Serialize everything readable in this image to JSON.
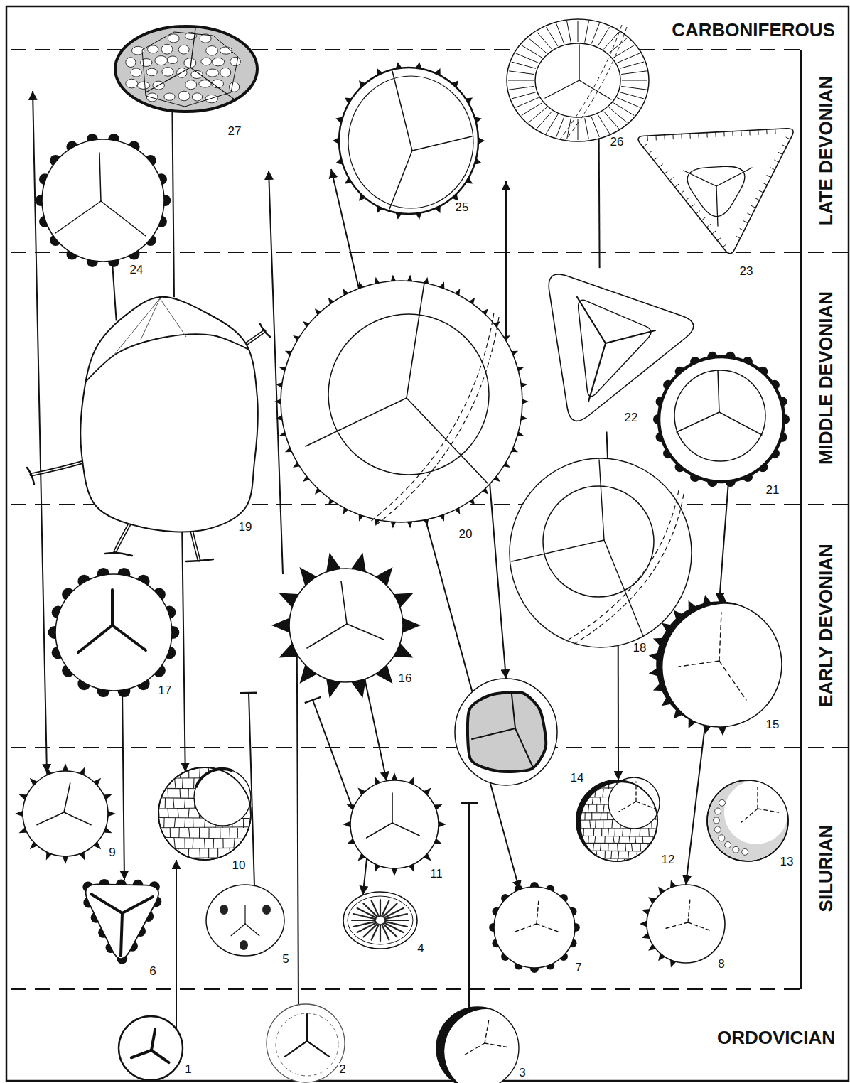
{
  "diagram": {
    "nodes": [
      {
        "text": [
          "1"
        ]
      },
      {
        "text": [
          "2"
        ]
      },
      {
        "text": [
          "3"
        ]
      },
      {
        "text": [
          "4"
        ]
      },
      {
        "text": [
          "5"
        ]
      },
      {
        "text": [
          "6"
        ]
      },
      {
        "text": [
          "7"
        ]
      },
      {
        "text": [
          "8"
        ]
      },
      {
        "text": [
          "9"
        ]
      },
      {
        "text": [
          "10"
        ]
      },
      {
        "text": [
          "11"
        ]
      },
      {
        "text": [
          "12"
        ]
      },
      {
        "text": [
          "13"
        ]
      },
      {
        "text": [
          "14"
        ]
      },
      {
        "text": [
          "15"
        ]
      },
      {
        "text": [
          "16"
        ]
      },
      {
        "text": [
          "17"
        ]
      },
      {
        "text": [
          "18"
        ]
      },
      {
        "text": [
          "19"
        ]
      },
      {
        "text": [
          "20"
        ]
      },
      {
        "text": [
          "21"
        ]
      },
      {
        "text": [
          "22"
        ]
      },
      {
        "text": [
          "23"
        ]
      },
      {
        "text": [
          "24"
        ]
      },
      {
        "text": [
          "25"
        ]
      },
      {
        "text": [
          "26"
        ]
      },
      {
        "text": [
          "27"
        ]
      }
    ],
    "edges": [
      {
        "from": 18,
        "to": 23,
        "arrow": "none"
      },
      {
        "from": 18,
        "to": 26,
        "arrow": "none"
      },
      {
        "from": 18,
        "to": 9,
        "arrow": "to"
      },
      {
        "from": 19,
        "to": 13,
        "arrow": "to"
      },
      {
        "from": 19,
        "to": 13,
        "arrow": "none"
      },
      {
        "from": 15,
        "to": 10,
        "arrow": "to"
      },
      {
        "from": 10,
        "to": 3,
        "arrow": "to"
      },
      {
        "from": 13,
        "to": 6,
        "arrow": "to"
      },
      {
        "from": 17,
        "to": 11,
        "arrow": "to"
      },
      {
        "from": 21,
        "to": 17,
        "arrow": "none"
      },
      {
        "from": 25,
        "to": 21,
        "arrow": "none"
      },
      {
        "from": 20,
        "to": 14,
        "arrow": "to"
      },
      {
        "from": 14,
        "to": 7,
        "arrow": "to"
      },
      {
        "from": 16,
        "to": 5,
        "arrow": "to"
      },
      {
        "from": 15,
        "to": 1,
        "arrow": "none"
      }
    ],
    "labels": [
      "CARBONIFEROUS",
      "LATE DEVONIAN",
      "MIDDLE DEVONIAN",
      "EARLY DEVONIAN",
      "SILURIAN",
      "ORDOVICIAN"
    ]
  }
}
